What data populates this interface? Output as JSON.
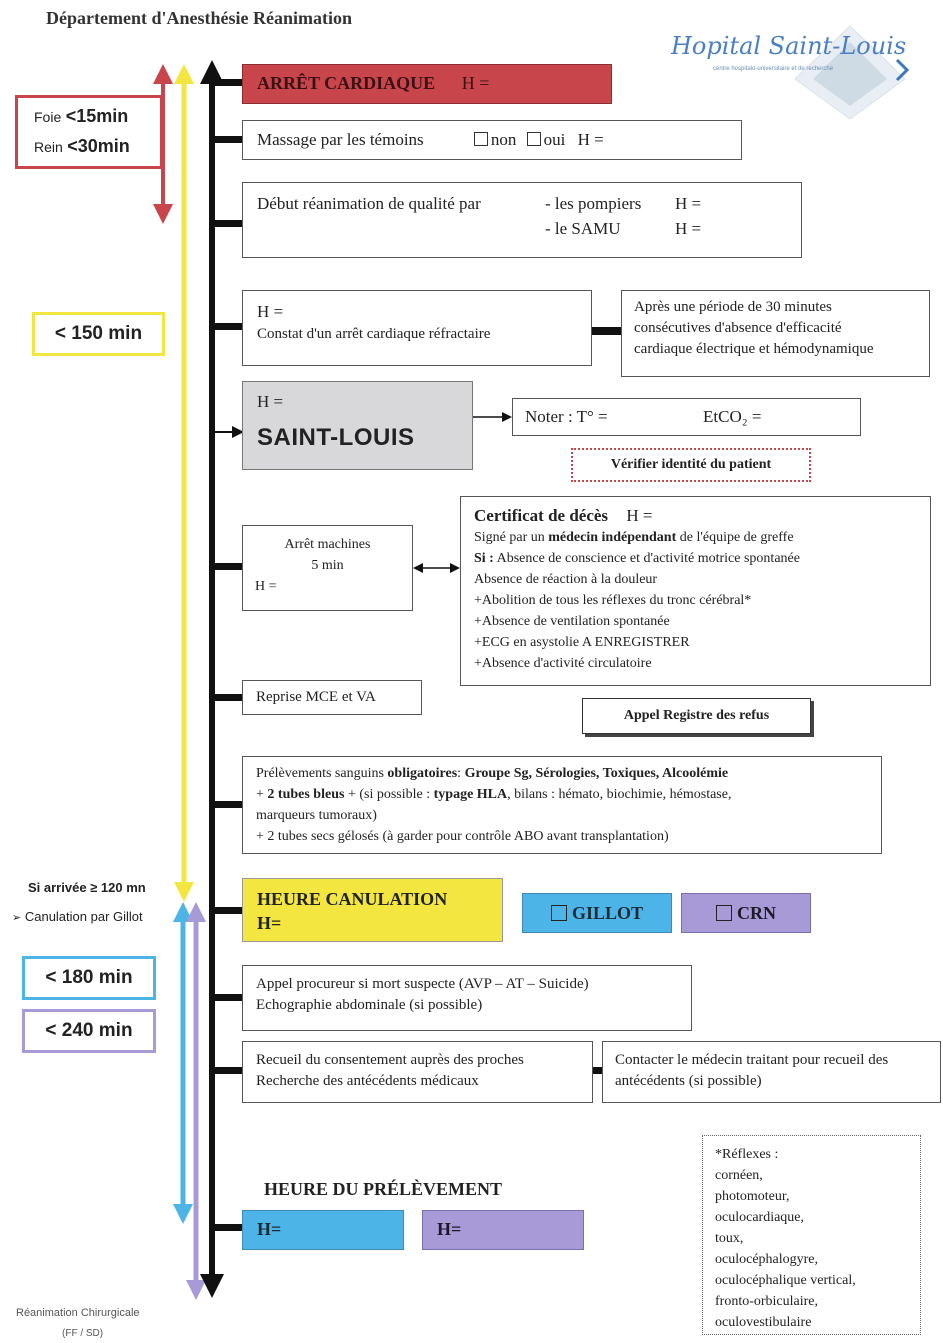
{
  "header": {
    "department": "Département d'Anesthésie Réanimation",
    "logo_text": "Hopital Saint-Louis",
    "logo_subtext": "centre hospitalo-universitaire et de recherche"
  },
  "side": {
    "foie_label": "Foie",
    "foie_value": "<15min",
    "rein_label": "Rein",
    "rein_value": "<30min",
    "box_150": "< 150 min",
    "si_arrivee": "Si arrivée ≥ 120 mn",
    "canulation_gillot": "Canulation par Gillot",
    "box_180": "< 180 min",
    "box_240": "< 240 min"
  },
  "boxes": {
    "arret_title": "ARRÊT CARDIAQUE",
    "arret_h": "H =",
    "massage_text": "Massage par les témoins",
    "massage_non": "non",
    "massage_oui": "oui",
    "massage_h": "H =",
    "debut_text": "Début réanimation de qualité par",
    "debut_pompiers": "- les pompiers",
    "debut_pompiers_h": "H =",
    "debut_samu": "- le SAMU",
    "debut_samu_h": "H =",
    "constat_h": "H =",
    "constat_text": "Constat d'un arrêt cardiaque réfractaire",
    "apres_line1": "Après une période de 30 minutes",
    "apres_line2": "consécutives d'absence d'efficacité",
    "apres_line3": "cardiaque électrique et hémodynamique",
    "saintlouis_h": "H =",
    "saintlouis_title": "SAINT-LOUIS",
    "noter_text": "Noter : T° =",
    "noter_etco2": "EtCO₂ =",
    "verifier": "Vérifier identité du patient",
    "arret_machines_line1": "Arrêt machines",
    "arret_machines_line2": "5 min",
    "arret_machines_h": "H =",
    "certificat_title": "Certificat de décès",
    "certificat_h": "H =",
    "cert_line1_a": "Signé par un",
    "cert_line1_b": "médecin indépendant",
    "cert_line1_c": "de l'équipe de greffe",
    "cert_line2_a": "Si :",
    "cert_line2_b": "Absence de conscience et d'activité motrice spontanée",
    "cert_line3": "Absence de réaction à la douleur",
    "cert_line4": "+Abolition de tous les réflexes du tronc cérébral*",
    "cert_line5": "+Absence de ventilation spontanée",
    "cert_line6": "+ECG en asystolie A ENREGISTRER",
    "cert_line7": "+Absence d'activité circulatoire",
    "reprise": "Reprise MCE et VA",
    "appel_registre": "Appel Registre des refus",
    "prel_line1_a": "Prélèvements sanguins",
    "prel_line1_b": "obligatoires",
    "prel_line1_c": ":",
    "prel_line1_d": "Groupe Sg, Sérologies, Toxiques, Alcoolémie",
    "prel_line2_a": "+",
    "prel_line2_b": "2 tubes bleus",
    "prel_line2_c": "+ (si possible :",
    "prel_line2_d": "typage HLA",
    "prel_line2_e": ", bilans : hémato, biochimie, hémostase,",
    "prel_line3": "marqueurs tumoraux)",
    "prel_line4": "+ 2 tubes secs gélosés (à garder pour contrôle ABO avant transplantation)",
    "canulation_title": "HEURE CANULATION",
    "canulation_h": "H=",
    "gillot": "GILLOT",
    "crn": "CRN",
    "appel_proc_line1": "Appel procureur si mort suspecte (AVP – AT – Suicide)",
    "appel_proc_line2": "Echographie abdominale (si possible)",
    "recueil_line1": "Recueil du consentement auprès des proches",
    "recueil_line2": "Recherche des antécédents médicaux",
    "contacter_line1": "Contacter le médecin traitant pour recueil des",
    "contacter_line2": "antécédents (si possible)",
    "heure_prel_title": "HEURE DU PRÉLÈVEMENT",
    "heure_prel_blue": "H=",
    "heure_prel_purple": "H="
  },
  "reflexes": {
    "title": "*Réflexes :",
    "items": [
      "cornéen,",
      "photomoteur,",
      "oculocardiaque,",
      "toux,",
      "oculocéphalogyre,",
      "oculocéphalique vertical,",
      "fronto-orbiculaire,",
      "oculovestibulaire"
    ]
  },
  "footer": {
    "line1": "Réanimation Chirurgicale",
    "line2": "(FF / SD)"
  },
  "colors": {
    "red": "#c7454b",
    "red_border": "#d05058",
    "yellow": "#f3e641",
    "blue": "#4db4e8",
    "purple": "#a89ad6",
    "grey_box": "#d8d8da"
  }
}
